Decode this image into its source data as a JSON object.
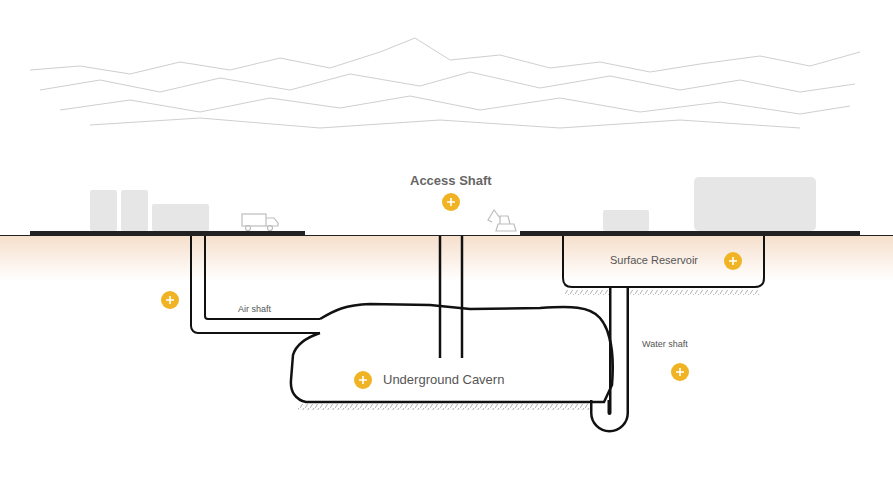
{
  "diagram": {
    "nodes": [
      {
        "text": [
          "Surface Reservoir"
        ]
      },
      {
        "text": [
          "Underground Cavern"
        ]
      }
    ],
    "edges": [
      {
        "from": 0,
        "to": 1,
        "arrow": "none",
        "label": "Water shaft"
      }
    ],
    "labels": [
      "Access Shaft",
      "Air shaft"
    ]
  }
}
